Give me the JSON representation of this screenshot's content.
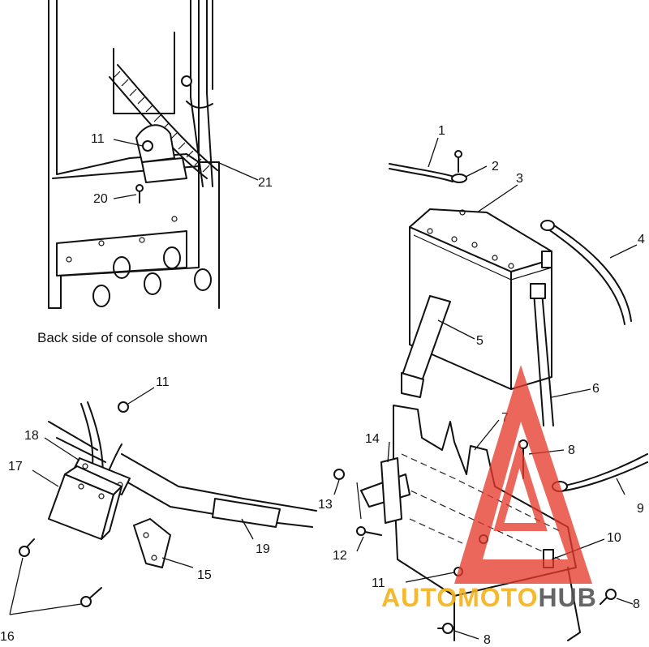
{
  "caption": "Back side of console shown",
  "callouts": {
    "c1": "1",
    "c2": "2",
    "c3": "3",
    "c4": "4",
    "c5": "5",
    "c6": "6",
    "c7": "7",
    "c8a": "8",
    "c8b": "8",
    "c8c": "8",
    "c9": "9",
    "c10": "10",
    "c11a": "11",
    "c11b": "11",
    "c11c": "11",
    "c12": "12",
    "c13": "13",
    "c14": "14",
    "c15": "15",
    "c16": "16",
    "c17": "17",
    "c18": "18",
    "c19": "19",
    "c20": "20",
    "c21": "21"
  },
  "watermark": {
    "text_part1": "AUTO",
    "text_part2": "MOTO",
    "text_part3": "HUB",
    "colors": {
      "triangle": "#e53a2a",
      "text_part1": "#f5b21a",
      "text_part2": "#f5b21a",
      "text_part3": "#555555"
    }
  }
}
